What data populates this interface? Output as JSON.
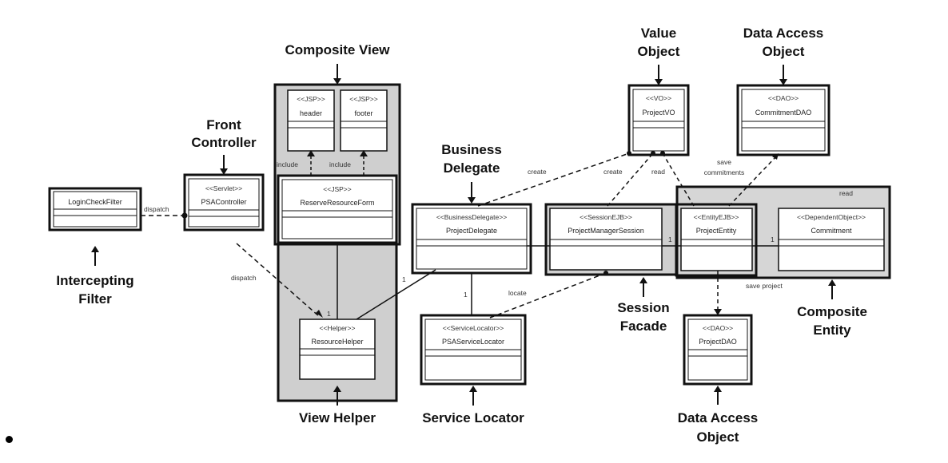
{
  "diagram": {
    "pattern_labels": {
      "composite_view": "Composite View",
      "front_controller_1": "Front",
      "front_controller_2": "Controller",
      "intercepting_filter_1": "Intercepting",
      "intercepting_filter_2": "Filter",
      "business_delegate_1": "Business",
      "business_delegate_2": "Delegate",
      "value_object_1": "Value",
      "value_object_2": "Object",
      "dao_top_1": "Data Access",
      "dao_top_2": "Object",
      "session_facade_1": "Session",
      "session_facade_2": "Facade",
      "composite_entity_1": "Composite",
      "composite_entity_2": "Entity",
      "view_helper": "View Helper",
      "service_locator": "Service Locator",
      "dao_bottom_1": "Data Access",
      "dao_bottom_2": "Object"
    },
    "classes": {
      "login_check_filter": {
        "stereotype": "",
        "name": "LoginCheckFilter"
      },
      "psa_controller": {
        "stereotype": "<<Servlet>>",
        "name": "PSAController"
      },
      "header": {
        "stereotype": "<<JSP>>",
        "name": "header"
      },
      "footer": {
        "stereotype": "<<JSP>>",
        "name": "footer"
      },
      "reserve_resource_form": {
        "stereotype": "<<JSP>>",
        "name": "ReserveResourceForm"
      },
      "resource_helper": {
        "stereotype": "<<Helper>>",
        "name": "ResourceHelper"
      },
      "project_delegate": {
        "stereotype": "<<BusinessDelegate>>",
        "name": "ProjectDelegate"
      },
      "psa_service_locator": {
        "stereotype": "<<ServiceLocator>>",
        "name": "PSAServiceLocator"
      },
      "project_manager_session": {
        "stereotype": "<<SessionEJB>>",
        "name": "ProjectManagerSession"
      },
      "project_vo": {
        "stereotype": "<<VO>>",
        "name": "ProjectVO"
      },
      "commitment_dao": {
        "stereotype": "<<DAO>>",
        "name": "CommitmentDAO"
      },
      "project_entity": {
        "stereotype": "<<EntityEJB>>",
        "name": "ProjectEntity"
      },
      "commitment": {
        "stereotype": "<<DependentObject>>",
        "name": "Commitment"
      },
      "project_dao": {
        "stereotype": "<<DAO>>",
        "name": "ProjectDAO"
      }
    },
    "edge_labels": {
      "dispatch_1": "dispatch",
      "dispatch_2": "dispatch",
      "include_1": "include",
      "include_2": "include",
      "create_1": "create",
      "create_2": "create",
      "read_1": "read",
      "read_2": "read",
      "save_commitments_1": "save",
      "save_commitments_2": "commitments",
      "locate": "locate",
      "save_project": "save project",
      "mult_helper": "1",
      "mult_delegate_helper": "1",
      "mult_locator": "1",
      "mult_session_entity": "1",
      "mult_entity_commitment": "1"
    }
  }
}
